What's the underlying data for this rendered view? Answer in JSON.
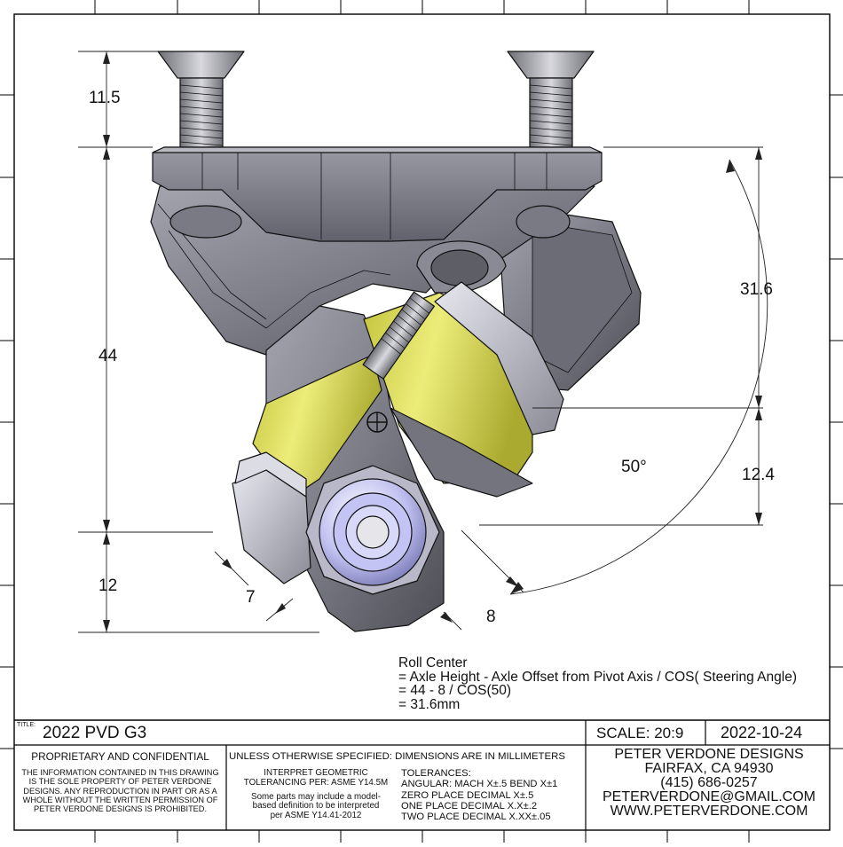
{
  "dimensions": {
    "top_screw": "11.5",
    "overall_height": "44",
    "roll_center_height": "31.6",
    "lower_right": "12.4",
    "axle_height": "12",
    "offset_left": "7",
    "offset_right": "8",
    "steering_angle": "50°"
  },
  "note": {
    "title": "Roll Center",
    "line1": "= Axle Height - Axle Offset from Pivot Axis / COS( Steering Angle)",
    "line2": "= 44 - 8 / COS(50)",
    "line3": "= 31.6mm"
  },
  "title_block": {
    "title_label": "TITLE:",
    "title": "2022 PVD G3",
    "scale": "SCALE: 20:9",
    "date": "2022-10-24",
    "proprietary_heading": "PROPRIETARY AND CONFIDENTIAL",
    "proprietary_text": [
      "THE INFORMATION CONTAINED IN THIS DRAWING",
      "IS THE SOLE PROPERTY OF PETER VERDONE",
      "DESIGNS.  ANY  REPRODUCTION IN PART OR AS A",
      "WHOLE WITHOUT THE WRITTEN PERMISSION OF",
      "PETER VERDONE DESIGNS IS PROHIBITED."
    ],
    "units_heading": "UNLESS OTHERWISE SPECIFIED: DIMENSIONS ARE IN MILLIMETERS",
    "interpret_lines": [
      "INTERPRET GEOMETRIC",
      "TOLERANCING PER: ASME Y14.5M"
    ],
    "model_lines": [
      "Some parts may include a model-",
      "based definition to be interpreted",
      "per ASME Y14.41-2012"
    ],
    "tolerance_lines": [
      "TOLERANCES:",
      "ANGULAR: MACH X±.5   BEND X±1",
      "ZERO PLACE DECIMAL  X±.5",
      "ONE PLACE DECIMAL   X.X±.2",
      "TWO PLACE DECIMAL   X.XX±.05"
    ],
    "company": [
      "PETER VERDONE DESIGNS",
      "FAIRFAX, CA 94930",
      "(415) 686-0257",
      "PETERVERDONE@GMAIL.COM",
      "WWW.PETERVERDONE.COM"
    ]
  },
  "colors": {
    "body": "#8c8c96",
    "body_dark": "#55555d",
    "steel": "#c6c6d2",
    "yellow": "#dede60",
    "lavender": "#b8b8ee"
  }
}
